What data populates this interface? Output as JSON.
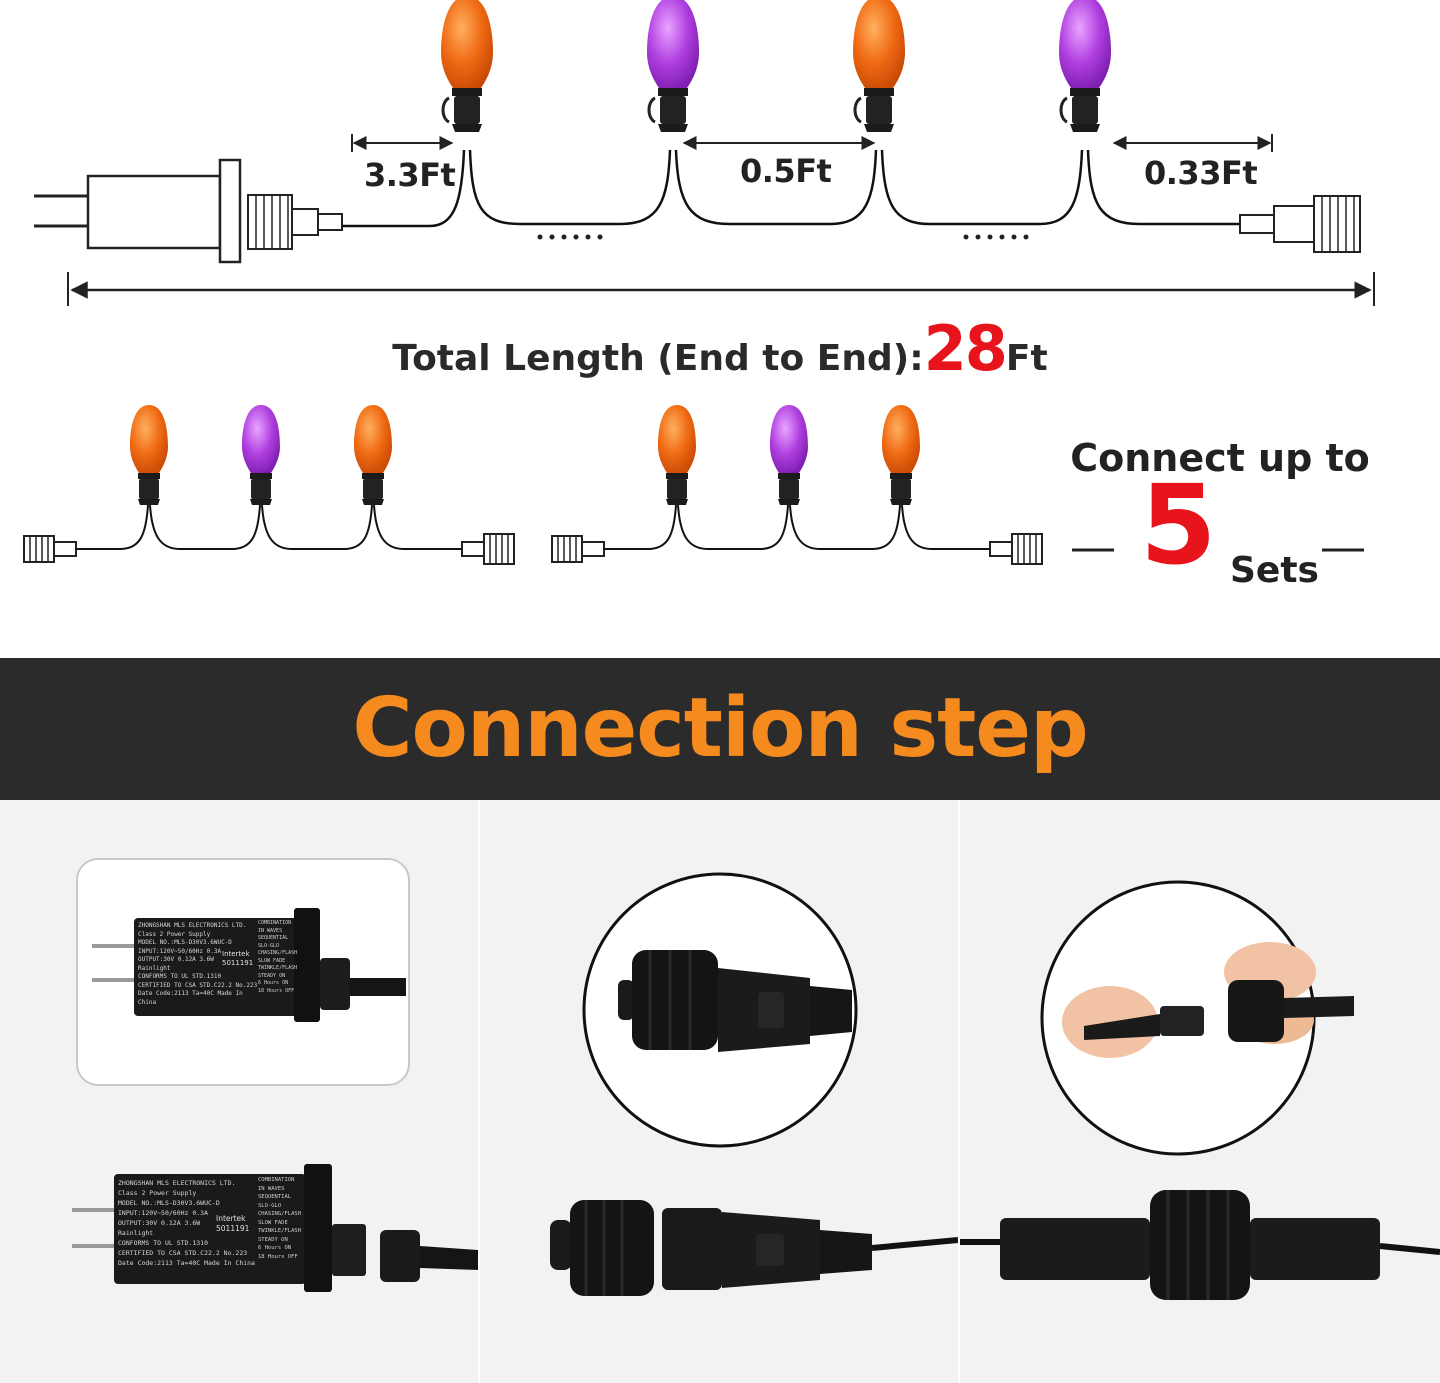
{
  "diagram": {
    "spacing_labels": {
      "lead": "3.3Ft",
      "between": "0.5Ft",
      "tail": "0.33Ft"
    },
    "total_length": {
      "label": "Total Length (End to End):",
      "value": "28",
      "unit": "Ft"
    },
    "connect": {
      "prefix": "Connect up to",
      "count": "5",
      "suffix": "Sets"
    },
    "colors": {
      "orange_bulb": "#f06a14",
      "purple_bulb": "#b03fe0",
      "accent_red": "#e8141b",
      "banner_text": "#f58a1f",
      "banner_bg": "#2b2b2b"
    }
  },
  "banner": {
    "title": "Connection step"
  },
  "steps": [
    {
      "image": "power-adapter-photo",
      "adapter_label_lines": [
        "ZHONGSHAN MLS ELECTRONICS LTD.",
        "Class 2 Power Supply",
        "MODEL NO.:MLS-D30V3.6WUC-D",
        "INPUT:120V~50/60Hz 0.3A",
        "OUTPUT:30V 0.12A 3.6W",
        "Rainlight",
        "CONFORMS TO UL STD.1310",
        "CERTIFIED TO CSA STD.C22.2 No.223",
        "Date Code:2113  Ta=40C  Made In China"
      ],
      "mode_list": [
        "COMBINATION",
        "IN WAVES",
        "SEQUENTIAL",
        "SLO-GLO",
        "CHASING/FLASH",
        "SLOW FADE",
        "TWINKLE/FLASH",
        "STEADY ON",
        "6 Hours ON",
        "18 Hours OFF"
      ],
      "cert_mark": "Intertek",
      "cert_number": "5011191"
    },
    {
      "image": "connector-detail-photo"
    },
    {
      "image": "connectors-joined-photo"
    }
  ]
}
